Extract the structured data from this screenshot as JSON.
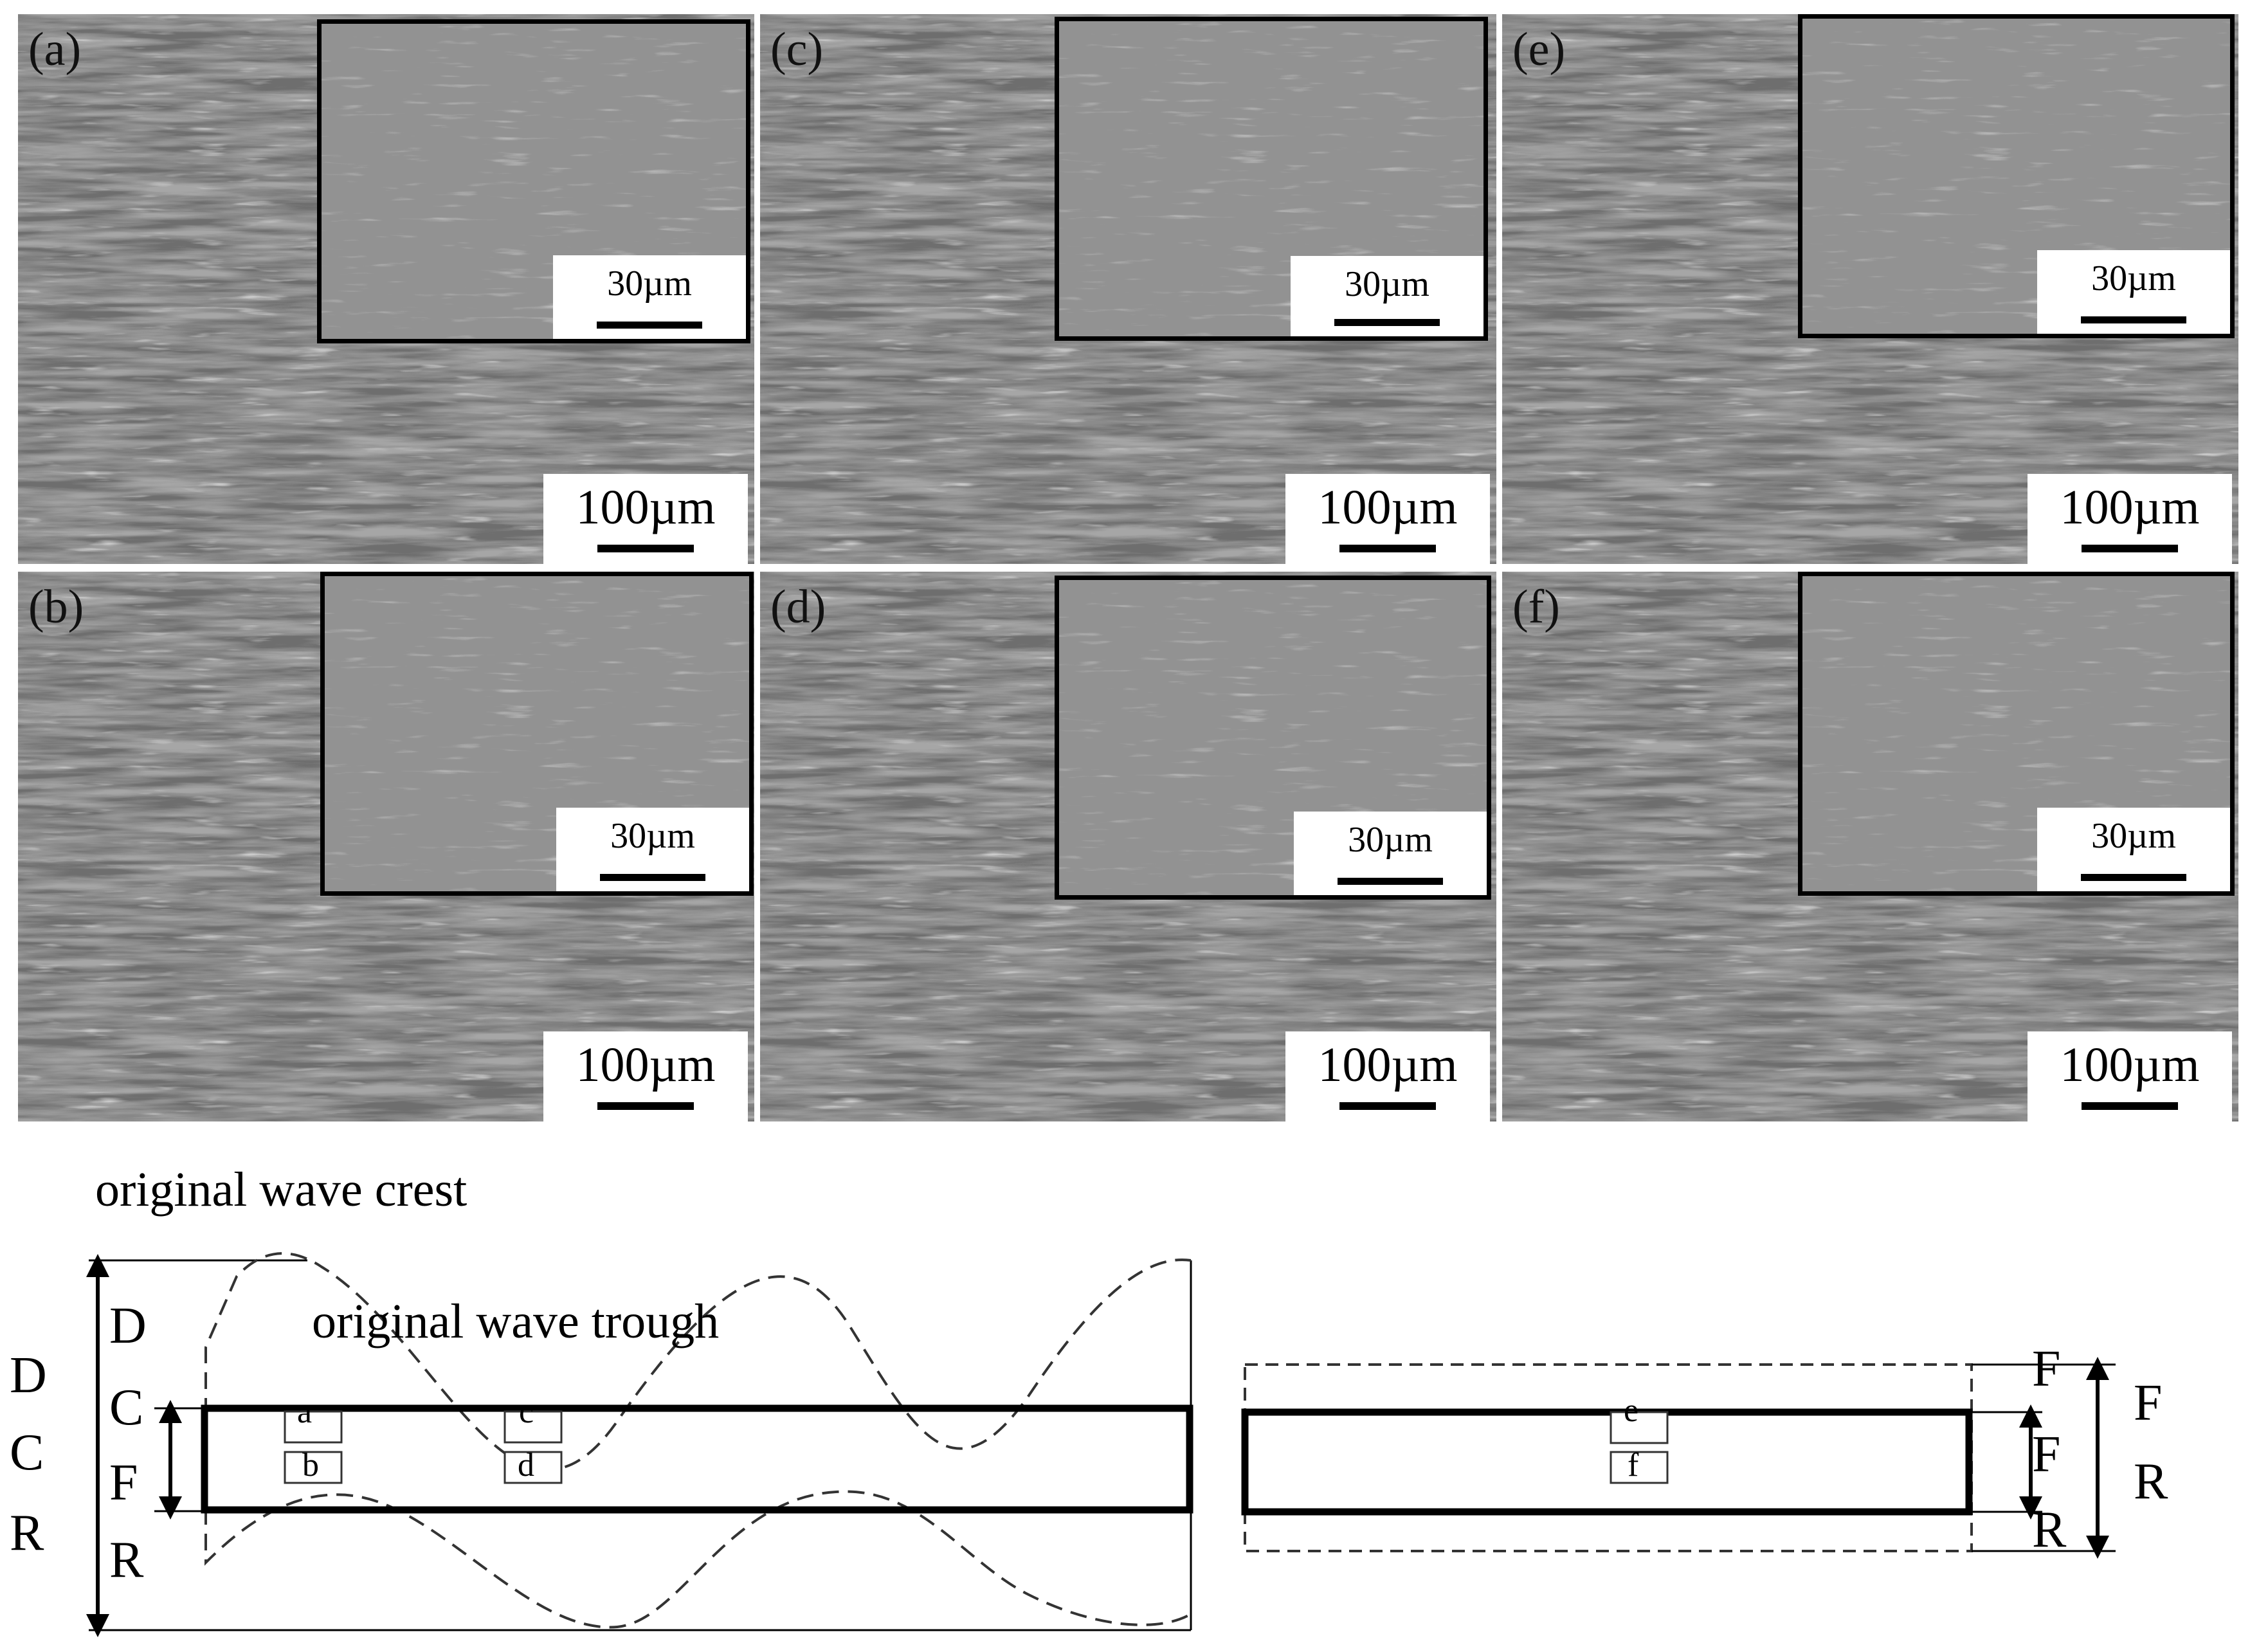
{
  "panels": [
    {
      "id": "a",
      "label": "(a)",
      "scale_main": "100µm",
      "scale_inset": "30µm"
    },
    {
      "id": "b",
      "label": "(b)",
      "scale_main": "100µm",
      "scale_inset": "30µm"
    },
    {
      "id": "c",
      "label": "(c)",
      "scale_main": "100µm",
      "scale_inset": "30µm"
    },
    {
      "id": "d",
      "label": "(d)",
      "scale_main": "100µm",
      "scale_inset": "30µm"
    },
    {
      "id": "e",
      "label": "(e)",
      "scale_main": "100µm",
      "scale_inset": "30µm"
    },
    {
      "id": "f",
      "label": "(f)",
      "scale_main": "100µm",
      "scale_inset": "30µm"
    }
  ],
  "diagram": {
    "crest_label": "original wave crest",
    "trough_label": "original wave trough",
    "left_outer_letters": [
      "D",
      "C",
      "R"
    ],
    "left_inner_letters": [
      "D",
      "C",
      "F",
      "R"
    ],
    "left_boxes": [
      "a",
      "b",
      "c",
      "d"
    ],
    "right_boxes": [
      "e",
      "f"
    ],
    "right_inner_letters": [
      "F",
      "F",
      "R"
    ],
    "right_outer_letters": [
      "F",
      "R"
    ]
  }
}
